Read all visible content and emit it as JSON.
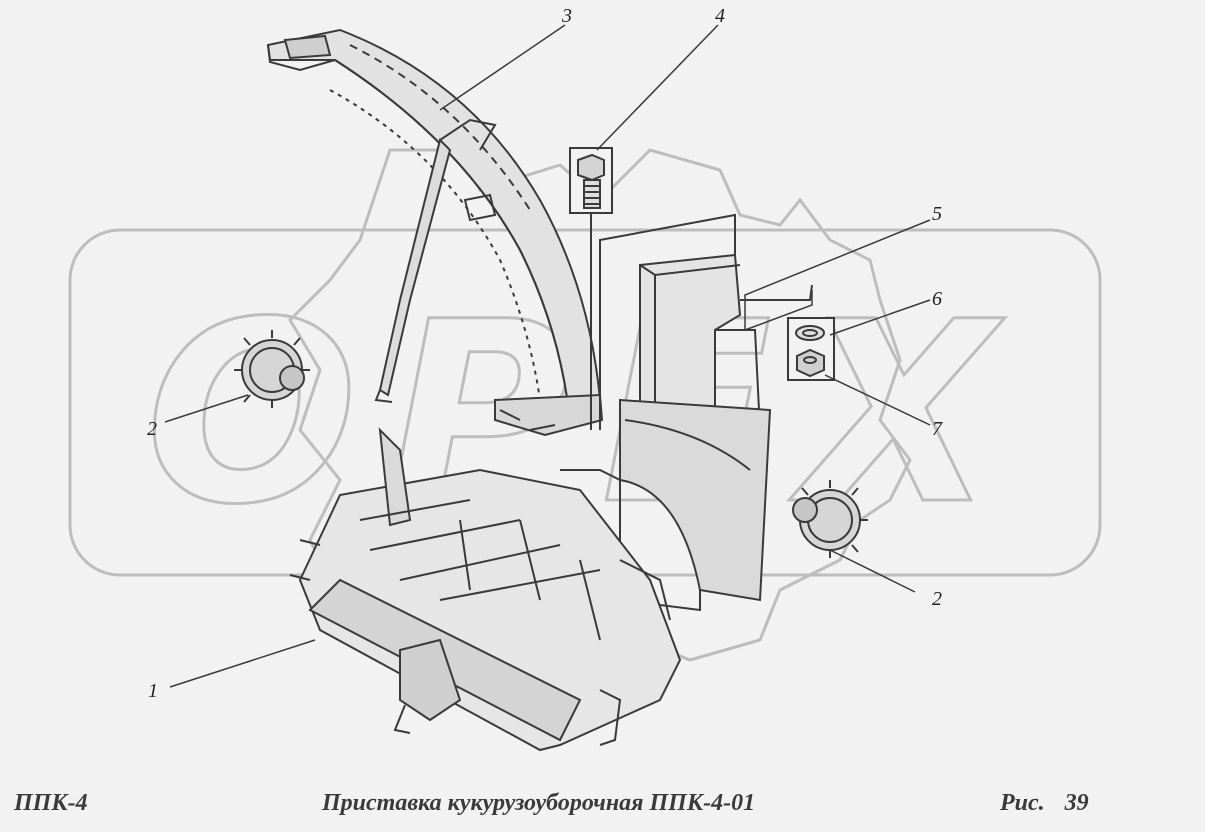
{
  "footer": {
    "left": "ППК-4",
    "center": "Приставка кукурузоуборочная ППК-4-01",
    "fig_label": "Рис.",
    "fig_number": "39"
  },
  "watermark": {
    "text": "OPEX"
  },
  "callouts": {
    "c1": "1",
    "c2a": "2",
    "c2b": "2",
    "c3": "3",
    "c4": "4",
    "c5": "5",
    "c6": "6",
    "c7": "7"
  },
  "colors": {
    "background": "#f2f2f2",
    "line": "#3a3a3a",
    "watermark": "#bdbdbd"
  }
}
